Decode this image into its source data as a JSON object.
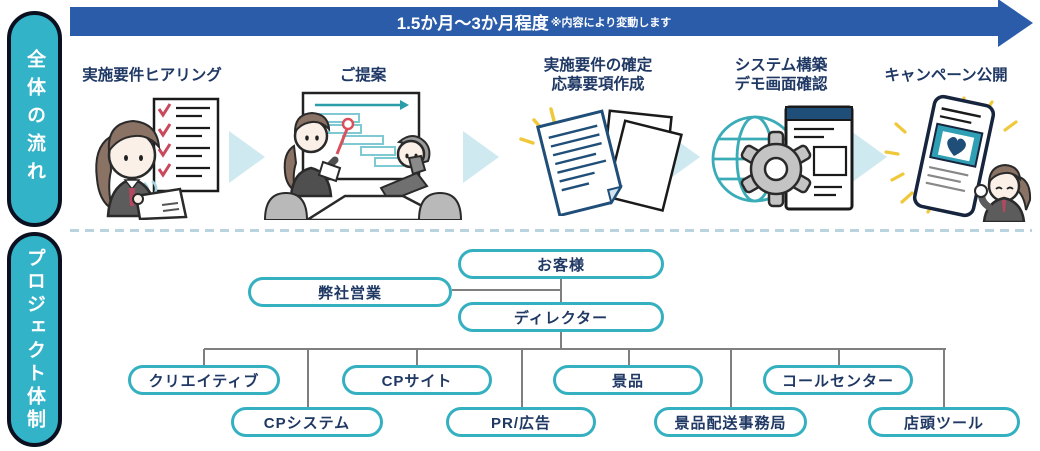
{
  "sidebar": {
    "flow_label": "全体の流れ",
    "project_label": "プロジェクト体制"
  },
  "timeline_banner": {
    "duration": "1.5か月～3か月程度",
    "note": "※内容により変動します"
  },
  "flow_steps": [
    {
      "line1": "実施要件ヒアリング",
      "line2": "",
      "illustration": "hearing"
    },
    {
      "line1": "ご提案",
      "line2": "",
      "illustration": "proposal-whiteboard"
    },
    {
      "line1": "実施要件の確定",
      "line2": "応募要項作成",
      "illustration": "documents"
    },
    {
      "line1": "システム構築",
      "line2": "デモ画面確認",
      "illustration": "system-build"
    },
    {
      "line1": "キャンペーン公開",
      "line2": "",
      "illustration": "campaign-launch"
    }
  ],
  "org_chart": {
    "nodes": [
      {
        "id": "customer",
        "label": "お客様"
      },
      {
        "id": "sales",
        "label": "弊社営業"
      },
      {
        "id": "director",
        "label": "ディレクター"
      },
      {
        "id": "creative",
        "label": "クリエイティブ"
      },
      {
        "id": "cp-site",
        "label": "CPサイト"
      },
      {
        "id": "prize",
        "label": "景品"
      },
      {
        "id": "call-center",
        "label": "コールセンター"
      },
      {
        "id": "cp-system",
        "label": "CPシステム"
      },
      {
        "id": "pr-ad",
        "label": "PR/広告"
      },
      {
        "id": "prize-delivery",
        "label": "景品配送事務局"
      },
      {
        "id": "store-tool",
        "label": "店頭ツール"
      }
    ]
  },
  "colors": {
    "pill_teal": "#33b3c8",
    "pill_border": "#0b1020",
    "banner_blue": "#2b5caa",
    "label_navy": "#1f3864",
    "box_border_teal": "#35b0c0",
    "connector_gray": "#7f7f7f",
    "chevron_light_blue": "#cfe9f1",
    "accent_teal": "#2a9daa",
    "check_red": "#c9485b",
    "sparkle_yellow": "#f0c83c"
  }
}
